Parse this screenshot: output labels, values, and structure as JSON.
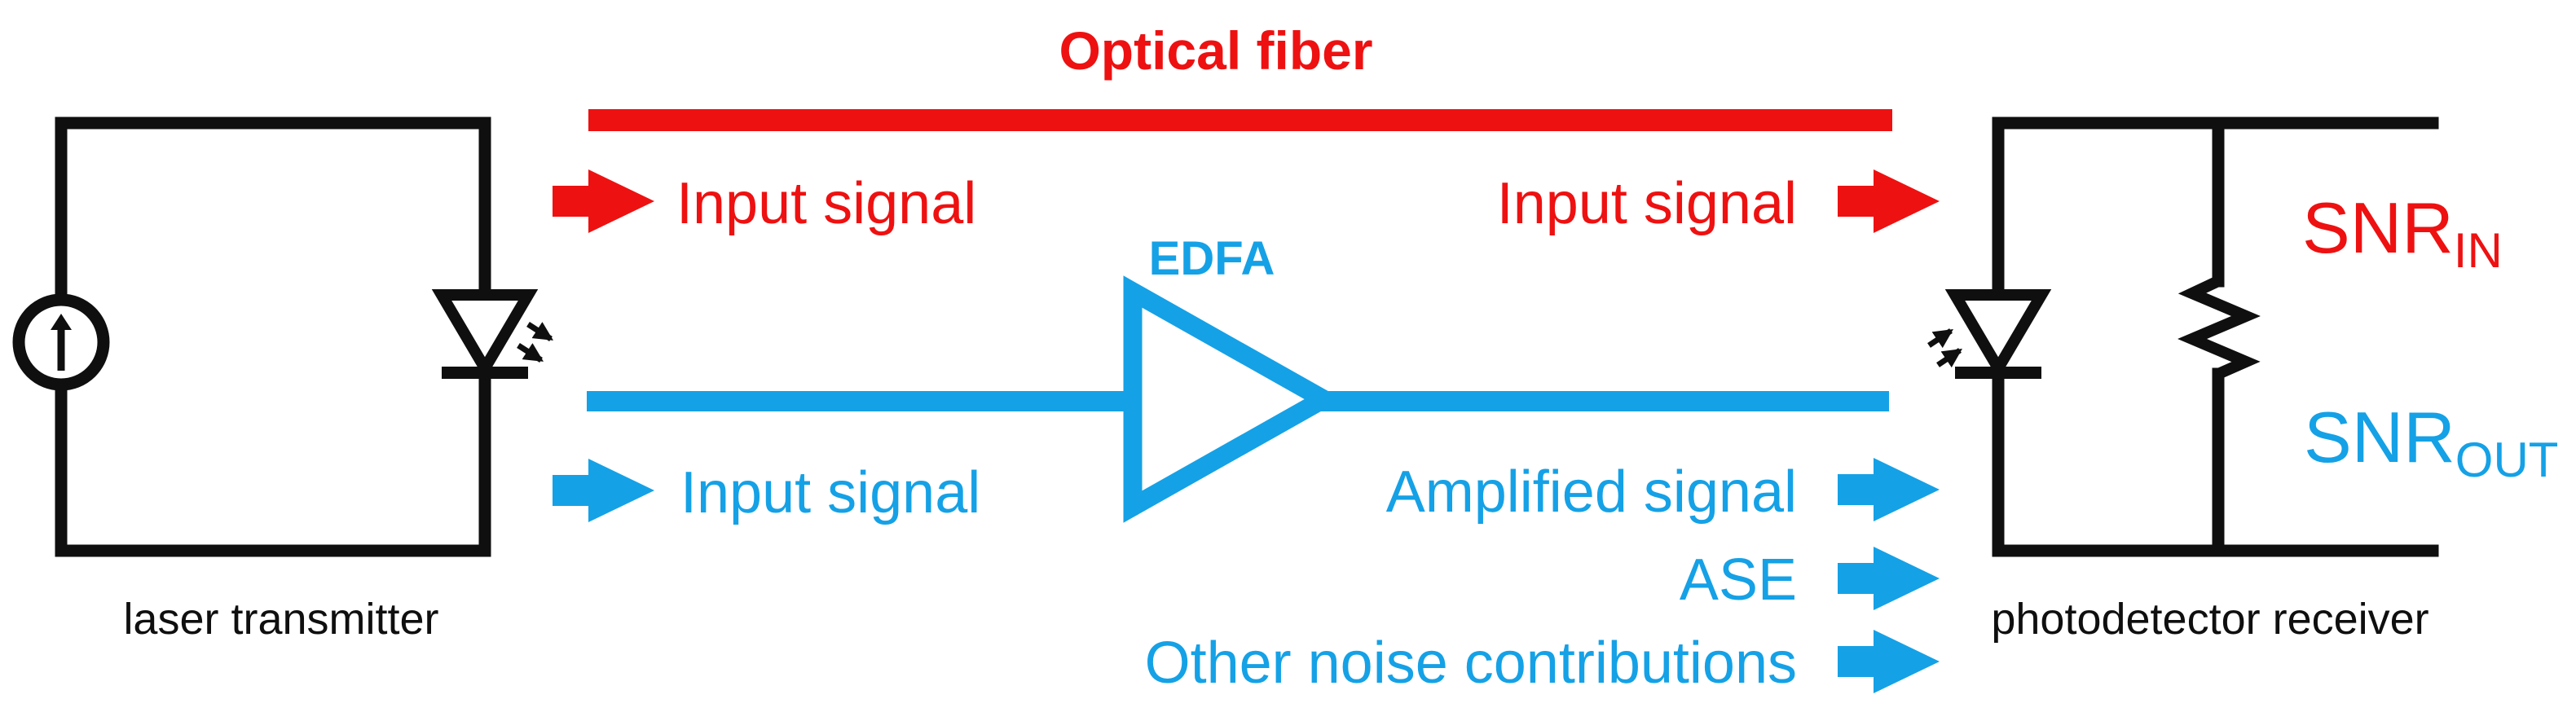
{
  "colors": {
    "red": "#EE1111",
    "blue": "#15A1E6",
    "black": "#0F0F0F",
    "background": "#FFFFFF"
  },
  "title": "Optical fiber",
  "amplifier": {
    "label": "EDFA"
  },
  "flows": {
    "fiber_input_left": "Input signal",
    "fiber_input_right": "Input signal",
    "amp_input": "Input signal",
    "amp_output": "Amplified signal",
    "ase": "ASE",
    "other_noise": "Other noise contributions"
  },
  "transmitter": {
    "caption": "laser transmitter"
  },
  "receiver": {
    "caption": "photodetector receiver",
    "snr_in": {
      "base": "SNR",
      "sub": "IN"
    },
    "snr_out": {
      "base": "SNR",
      "sub": "OUT"
    }
  }
}
